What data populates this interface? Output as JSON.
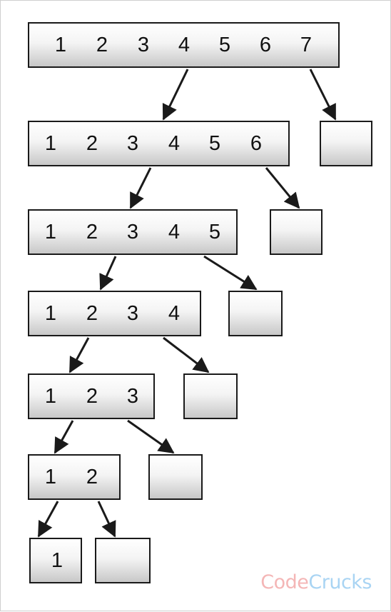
{
  "colors": {
    "stroke": "#1a1a1a",
    "watermark_code": "#f4b6b6",
    "watermark_crucks": "#a9d4f3"
  },
  "rows": [
    {
      "cells": [
        "1",
        "2",
        "3",
        "4",
        "5",
        "6",
        "7"
      ]
    },
    {
      "cells": [
        "1",
        "2",
        "3",
        "4",
        "5",
        "6"
      ]
    },
    {
      "cells": [
        "1",
        "2",
        "3",
        "4",
        "5"
      ]
    },
    {
      "cells": [
        "1",
        "2",
        "3",
        "4"
      ]
    },
    {
      "cells": [
        "1",
        "2",
        "3"
      ]
    },
    {
      "cells": [
        "1",
        "2"
      ]
    },
    {
      "cells": [
        "1"
      ]
    }
  ],
  "watermark": {
    "part1": "Code",
    "part2": "Crucks"
  }
}
